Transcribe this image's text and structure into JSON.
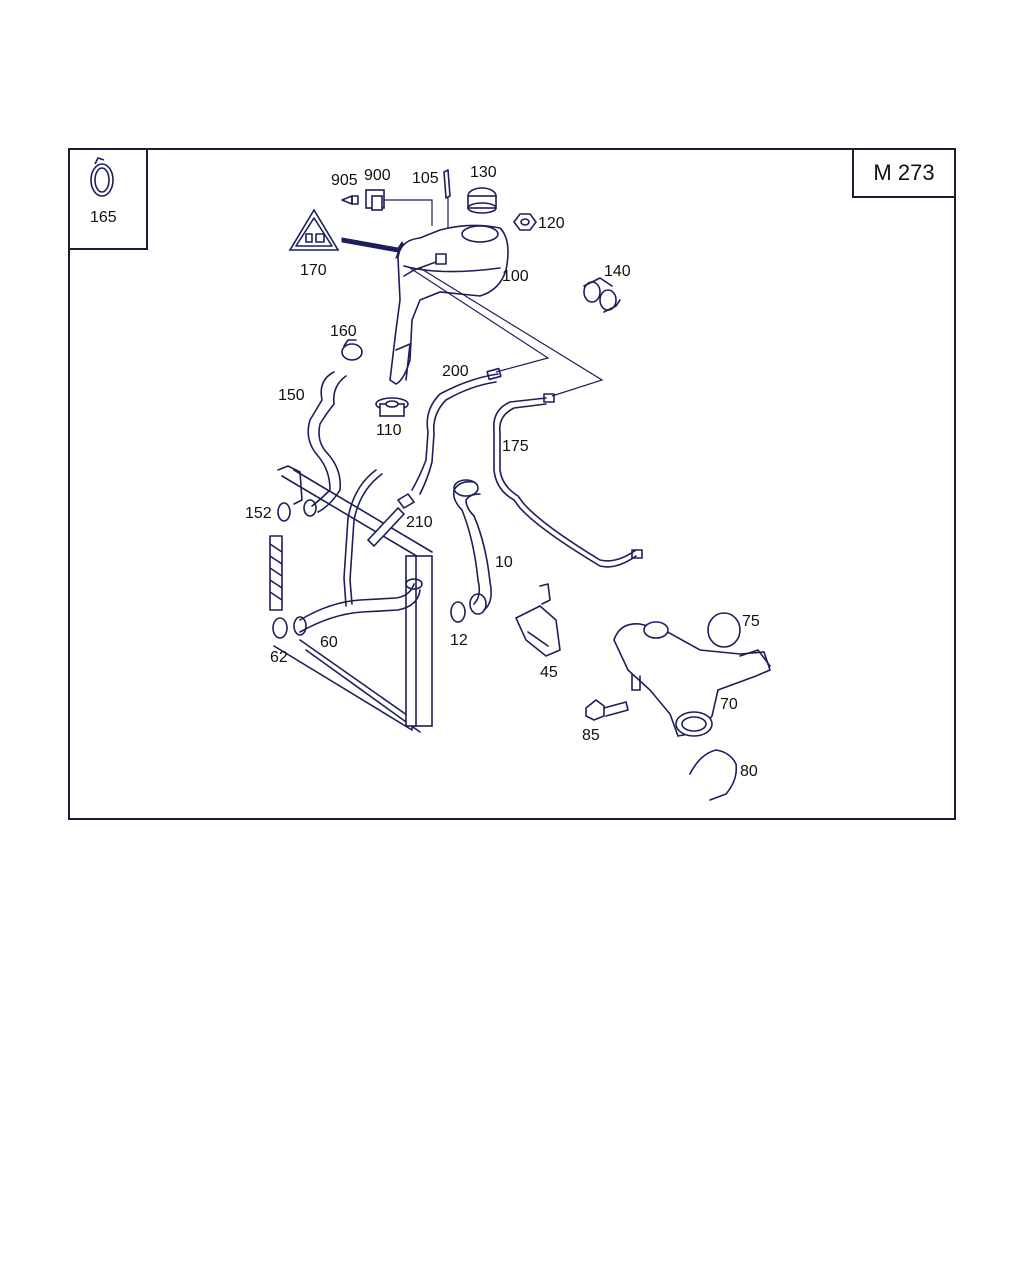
{
  "model": "M 273",
  "labels": {
    "p165": "165",
    "p905": "905",
    "p900": "900",
    "p105": "105",
    "p130": "130",
    "p120": "120",
    "p170": "170",
    "p100": "100",
    "p140": "140",
    "p160": "160",
    "p150": "150",
    "p200": "200",
    "p110": "110",
    "p175": "175",
    "p152": "152",
    "p210": "210",
    "p10": "10",
    "p60": "60",
    "p62": "62",
    "p12": "12",
    "p45": "45",
    "p75": "75",
    "p70": "70",
    "p85": "85",
    "p80": "80"
  },
  "colors": {
    "line": "#1e1e5a",
    "frame": "#1a1a3a",
    "background": "#ffffff"
  }
}
